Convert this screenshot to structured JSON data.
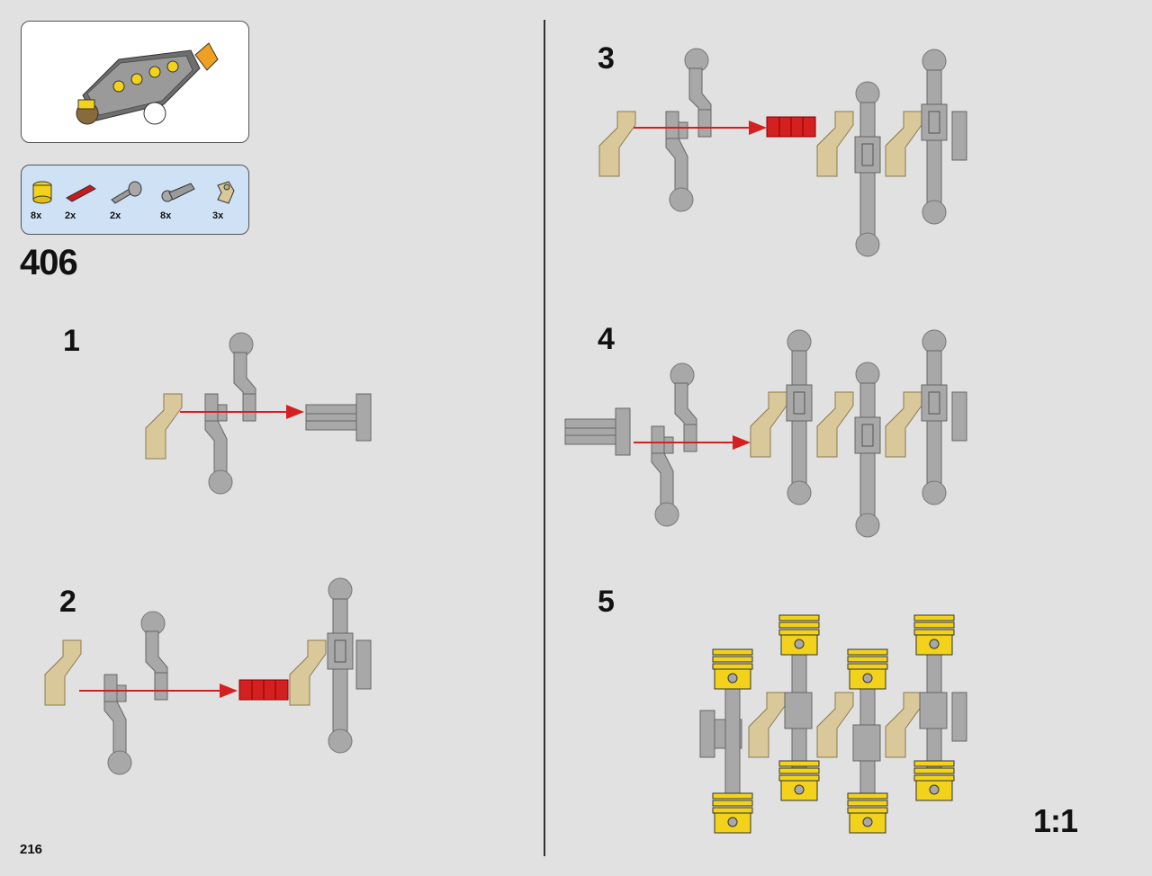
{
  "page": {
    "number": "216",
    "scale_label": "1:1"
  },
  "main_step": {
    "number": "406"
  },
  "parts_list": [
    {
      "qty": "8x",
      "icon": "yellow-piston-icon",
      "color": "#f2d21a"
    },
    {
      "qty": "2x",
      "icon": "red-axle-connector-icon",
      "color": "#cc1a1a"
    },
    {
      "qty": "2x",
      "icon": "gray-crank-end-icon",
      "color": "#9a9a9a"
    },
    {
      "qty": "8x",
      "icon": "gray-connecting-rod-icon",
      "color": "#9a9a9a"
    },
    {
      "qty": "3x",
      "icon": "tan-crank-icon",
      "color": "#d8c89a"
    }
  ],
  "sub_steps": [
    {
      "label": "1"
    },
    {
      "label": "2"
    },
    {
      "label": "3"
    },
    {
      "label": "4"
    },
    {
      "label": "5"
    }
  ],
  "colors": {
    "background": "#e1e1e1",
    "part_gray": "#a8a8a8",
    "part_tan": "#d8c89a",
    "part_red": "#d42020",
    "part_yellow": "#f2d21a",
    "arrow_red": "#d42020",
    "callout_blue": "#cfe1f5"
  }
}
